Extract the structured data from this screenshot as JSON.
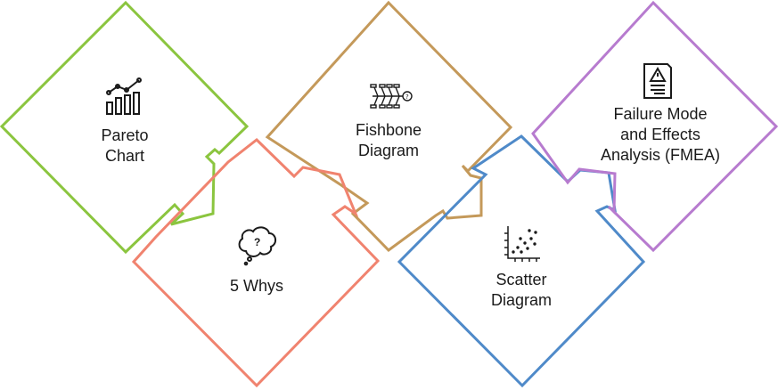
{
  "diagram": {
    "colors": {
      "pareto": "#8bc53f",
      "fishbone": "#c4995a",
      "whys": "#f0836f",
      "scatter": "#4f8ac9",
      "fmea": "#b77bcf",
      "text": "#1a1a1a"
    },
    "nodes": [
      {
        "id": "pareto",
        "lines": [
          "Pareto",
          "Chart"
        ],
        "icon": "bar-chart-trend-icon"
      },
      {
        "id": "fishbone",
        "lines": [
          "Fishbone",
          "Diagram"
        ],
        "icon": "fishbone-icon"
      },
      {
        "id": "whys",
        "lines": [
          "5 Whys"
        ],
        "icon": "question-cloud-icon"
      },
      {
        "id": "scatter",
        "lines": [
          "Scatter",
          "Diagram"
        ],
        "icon": "scatter-plot-icon"
      },
      {
        "id": "fmea",
        "lines": [
          "Failure Mode",
          "and Effects",
          "Analysis (FMEA)"
        ],
        "icon": "warning-document-icon"
      }
    ]
  }
}
